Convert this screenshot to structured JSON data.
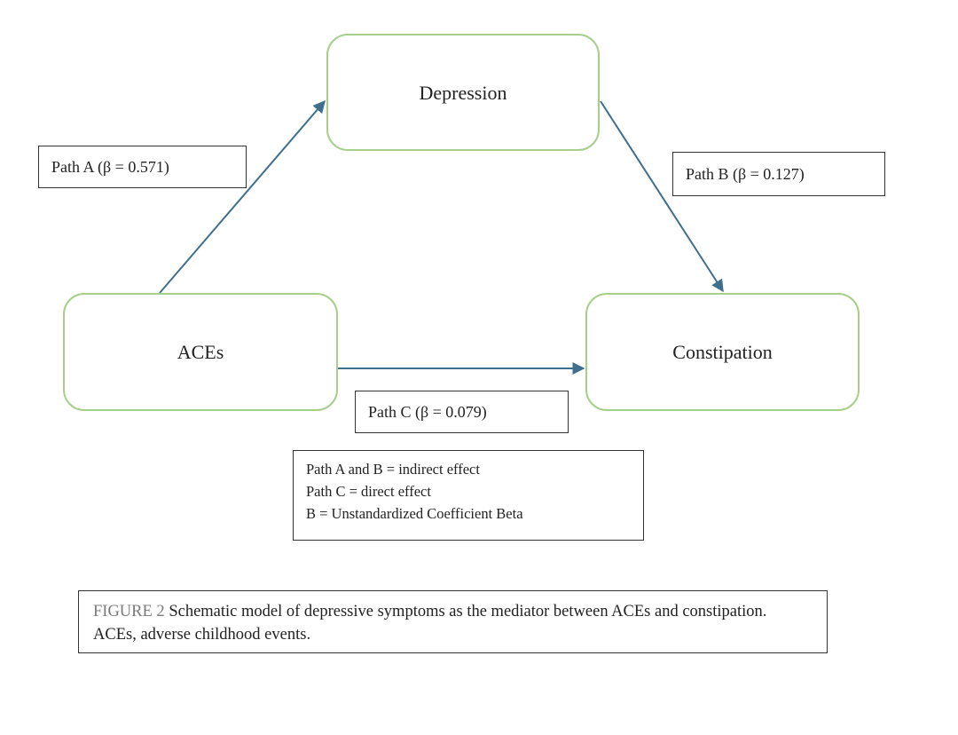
{
  "nodes": {
    "depression": "Depression",
    "aces": "ACEs",
    "constipation": "Constipation"
  },
  "paths": {
    "a": "Path A (β = 0.571)",
    "b": "Path B (β = 0.127)",
    "c": "Path C (β = 0.079)"
  },
  "legend": [
    "Path A and B = indirect effect",
    "Path C = direct effect",
    "B = Unstandardized Coefficient Beta"
  ],
  "caption": {
    "label": "FIGURE 2",
    "text": "Schematic model of depressive symptoms as the mediator between ACEs and constipation. ACEs, adverse childhood events."
  },
  "colors": {
    "node_border": "#a6cf8a",
    "arrow": "#3f6f8f",
    "box_border": "#333333",
    "caption_label": "#7a7a7a"
  }
}
